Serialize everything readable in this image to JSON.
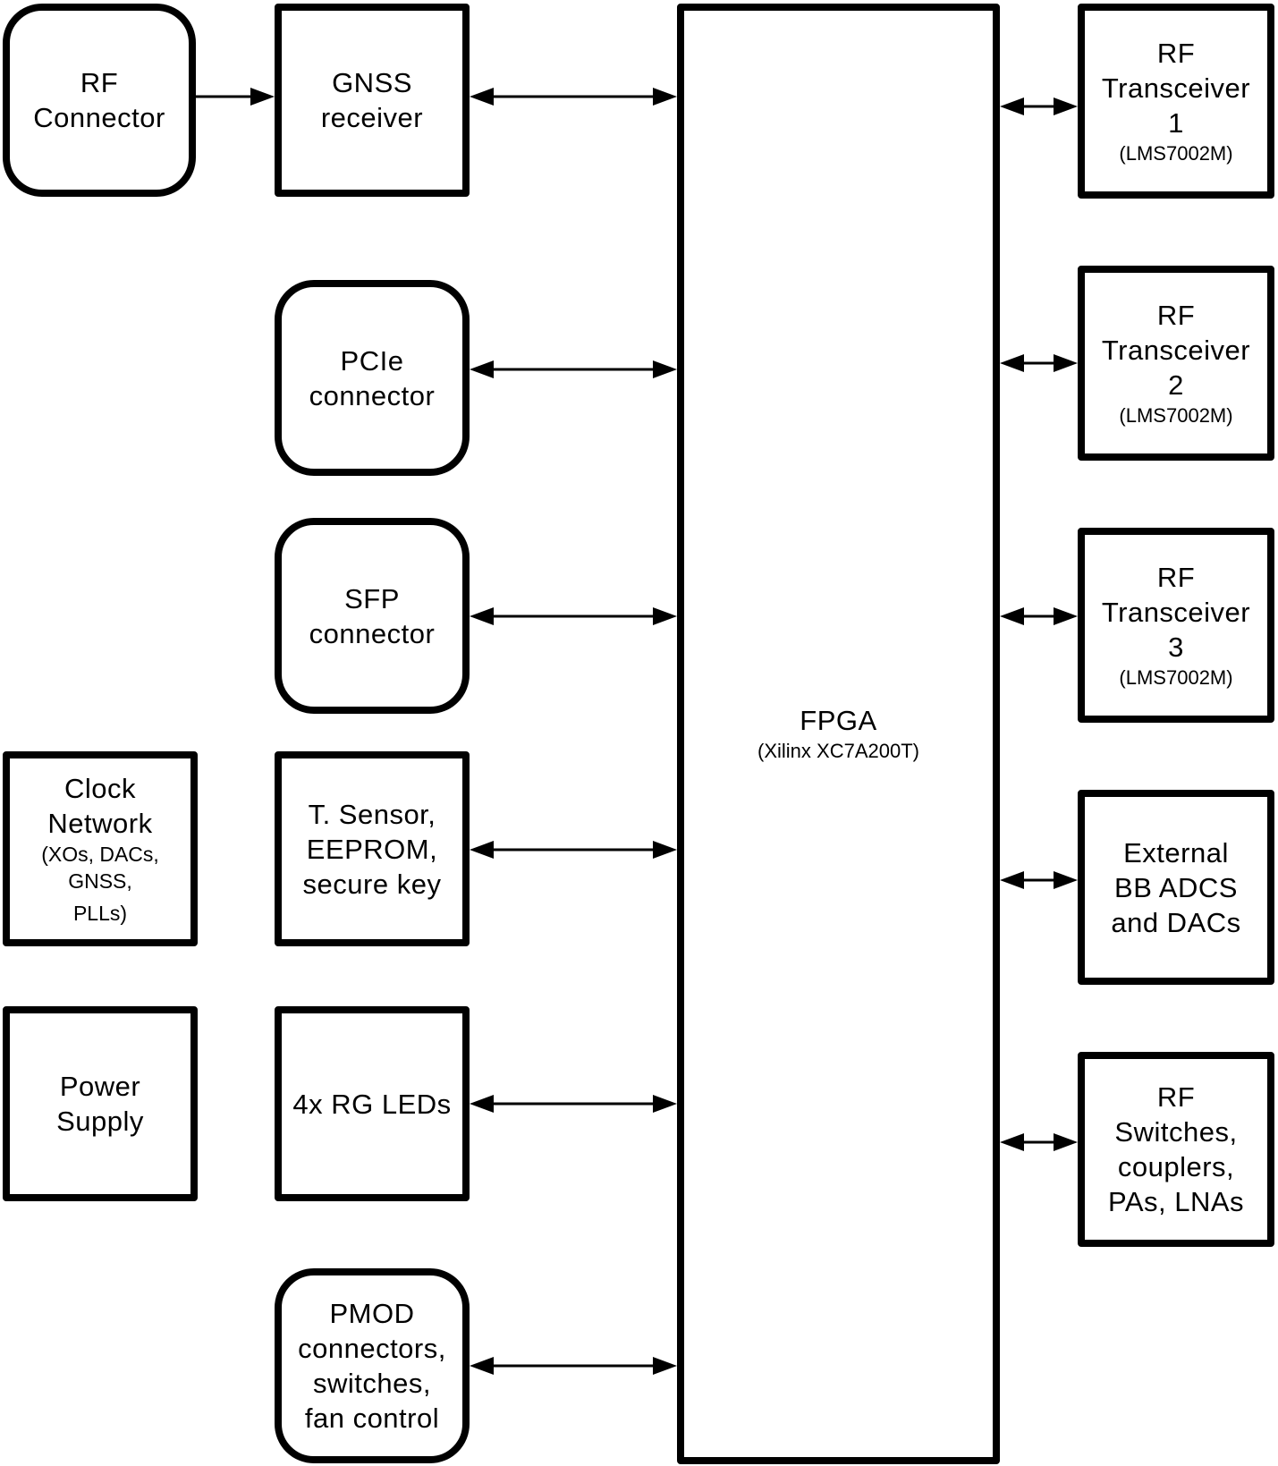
{
  "diagram": {
    "blocks": {
      "rf_connector": {
        "lines": [
          "RF",
          "Connector"
        ]
      },
      "gnss_receiver": {
        "lines": [
          "GNSS",
          "receiver"
        ]
      },
      "pcie_connector": {
        "lines": [
          "PCIe",
          "connector"
        ]
      },
      "sfp_connector": {
        "lines": [
          "SFP",
          "connector"
        ]
      },
      "clock_network": {
        "lines": [
          "Clock",
          "Network"
        ],
        "sub": [
          "(XOs, DACs,",
          "GNSS,",
          "PLLs)"
        ]
      },
      "tsensor": {
        "lines": [
          "T. Sensor,",
          "EEPROM,",
          "secure key"
        ]
      },
      "power_supply": {
        "lines": [
          "Power",
          "Supply"
        ]
      },
      "leds": {
        "lines": [
          "4x RG LEDs"
        ]
      },
      "pmod": {
        "lines": [
          "PMOD",
          "connectors,",
          "switches,",
          "fan control"
        ]
      },
      "fpga": {
        "title": "FPGA",
        "sub": "(Xilinx XC7A200T)"
      },
      "rf_trx1": {
        "lines": [
          "RF",
          "Transceiver",
          "1"
        ],
        "sub": "(LMS7002M)"
      },
      "rf_trx2": {
        "lines": [
          "RF",
          "Transceiver",
          "2"
        ],
        "sub": "(LMS7002M)"
      },
      "rf_trx3": {
        "lines": [
          "RF",
          "Transceiver",
          "3"
        ],
        "sub": "(LMS7002M)"
      },
      "ext_bb": {
        "lines": [
          "External",
          "BB ADCS",
          "and DACs"
        ]
      },
      "rf_frontend": {
        "lines": [
          "RF",
          "Switches,",
          "couplers,",
          "PAs, LNAs"
        ]
      }
    },
    "connections": [
      {
        "from": "RF Connector",
        "to": "GNSS receiver",
        "type": "unidirectional"
      },
      {
        "from": "GNSS receiver",
        "to": "FPGA",
        "type": "bidirectional"
      },
      {
        "from": "PCIe connector",
        "to": "FPGA",
        "type": "bidirectional"
      },
      {
        "from": "SFP connector",
        "to": "FPGA",
        "type": "bidirectional"
      },
      {
        "from": "T. Sensor, EEPROM, secure key",
        "to": "FPGA",
        "type": "bidirectional"
      },
      {
        "from": "4x RG LEDs",
        "to": "FPGA",
        "type": "bidirectional"
      },
      {
        "from": "PMOD connectors, switches, fan control",
        "to": "FPGA",
        "type": "bidirectional"
      },
      {
        "from": "FPGA",
        "to": "RF Transceiver 1",
        "type": "bidirectional"
      },
      {
        "from": "FPGA",
        "to": "RF Transceiver 2",
        "type": "bidirectional"
      },
      {
        "from": "FPGA",
        "to": "RF Transceiver 3",
        "type": "bidirectional"
      },
      {
        "from": "FPGA",
        "to": "External BB ADCS and DACs",
        "type": "bidirectional"
      },
      {
        "from": "FPGA",
        "to": "RF Switches, couplers, PAs, LNAs",
        "type": "bidirectional"
      }
    ]
  }
}
